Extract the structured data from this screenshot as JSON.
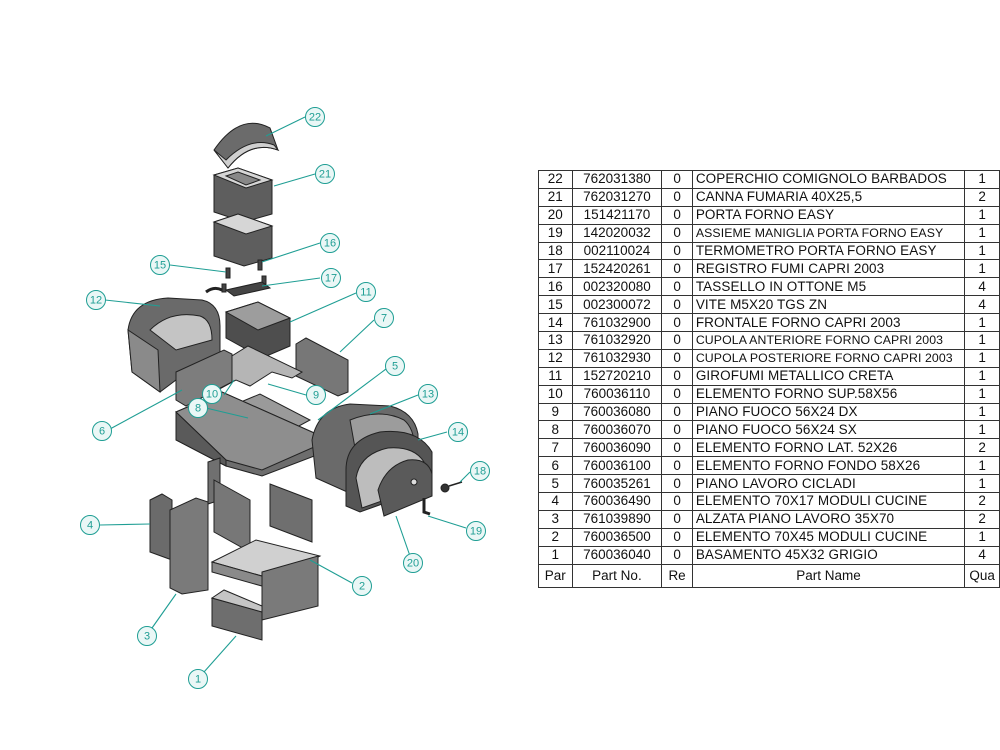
{
  "table": {
    "headers": {
      "par": "Par",
      "part_no": "Part No.",
      "rev": "Re",
      "name": "Part Name",
      "qty": "Qua"
    },
    "rows": [
      {
        "par": "22",
        "part_no": "762031380",
        "rev": "0",
        "name": "COPERCHIO COMIGNOLO BARBADOS",
        "qty": "1"
      },
      {
        "par": "21",
        "part_no": "762031270",
        "rev": "0",
        "name": "CANNA FUMARIA 40X25,5",
        "qty": "2"
      },
      {
        "par": "20",
        "part_no": "151421170",
        "rev": "0",
        "name": "PORTA FORNO EASY",
        "qty": "1"
      },
      {
        "par": "19",
        "part_no": "142020032",
        "rev": "0",
        "name": "ASSIEME MANIGLIA PORTA FORNO EASY",
        "qty": "1"
      },
      {
        "par": "18",
        "part_no": "002110024",
        "rev": "0",
        "name": "TERMOMETRO PORTA FORNO EASY",
        "qty": "1"
      },
      {
        "par": "17",
        "part_no": "152420261",
        "rev": "0",
        "name": "REGISTRO FUMI CAPRI 2003",
        "qty": "1"
      },
      {
        "par": "16",
        "part_no": "002320080",
        "rev": "0",
        "name": "TASSELLO IN OTTONE M5",
        "qty": "4"
      },
      {
        "par": "15",
        "part_no": "002300072",
        "rev": "0",
        "name": "VITE M5X20 TGS ZN",
        "qty": "4"
      },
      {
        "par": "14",
        "part_no": "761032900",
        "rev": "0",
        "name": "FRONTALE FORNO CAPRI 2003",
        "qty": "1"
      },
      {
        "par": "13",
        "part_no": "761032920",
        "rev": "0",
        "name": "CUPOLA ANTERIORE FORNO CAPRI 2003",
        "qty": "1"
      },
      {
        "par": "12",
        "part_no": "761032930",
        "rev": "0",
        "name": "CUPOLA POSTERIORE FORNO CAPRI 2003",
        "qty": "1"
      },
      {
        "par": "11",
        "part_no": "152720210",
        "rev": "0",
        "name": "GIROFUMI METALLICO CRETA",
        "qty": "1"
      },
      {
        "par": "10",
        "part_no": "760036110",
        "rev": "0",
        "name": "ELEMENTO FORNO SUP.58X56",
        "qty": "1"
      },
      {
        "par": "9",
        "part_no": "760036080",
        "rev": "0",
        "name": "PIANO FUOCO 56X24 DX",
        "qty": "1"
      },
      {
        "par": "8",
        "part_no": "760036070",
        "rev": "0",
        "name": "PIANO FUOCO 56X24 SX",
        "qty": "1"
      },
      {
        "par": "7",
        "part_no": "760036090",
        "rev": "0",
        "name": "ELEMENTO FORNO LAT. 52X26",
        "qty": "2"
      },
      {
        "par": "6",
        "part_no": "760036100",
        "rev": "0",
        "name": "ELEMENTO FORNO FONDO 58X26",
        "qty": "1"
      },
      {
        "par": "5",
        "part_no": "760035261",
        "rev": "0",
        "name": "PIANO LAVORO CICLADI",
        "qty": "1"
      },
      {
        "par": "4",
        "part_no": "760036490",
        "rev": "0",
        "name": "ELEMENTO 70X17 MODULI CUCINE",
        "qty": "2"
      },
      {
        "par": "3",
        "part_no": "761039890",
        "rev": "0",
        "name": "ALZATA PIANO LAVORO 35X70",
        "qty": "2"
      },
      {
        "par": "2",
        "part_no": "760036500",
        "rev": "0",
        "name": "ELEMENTO 70X45 MODULI CUCINE",
        "qty": "1"
      },
      {
        "par": "1",
        "part_no": "760036040",
        "rev": "0",
        "name": "BASAMENTO 45X32 GRIGIO",
        "qty": "4"
      }
    ]
  },
  "balloons": [
    "22",
    "21",
    "16",
    "15",
    "17",
    "12",
    "11",
    "7",
    "5",
    "10",
    "9",
    "8",
    "6",
    "13",
    "14",
    "18",
    "19",
    "20",
    "4",
    "2",
    "3",
    "1"
  ],
  "colors": {
    "balloon": "#1f9e94",
    "part_dark": "#555555",
    "part_light": "#c8c8c8"
  }
}
